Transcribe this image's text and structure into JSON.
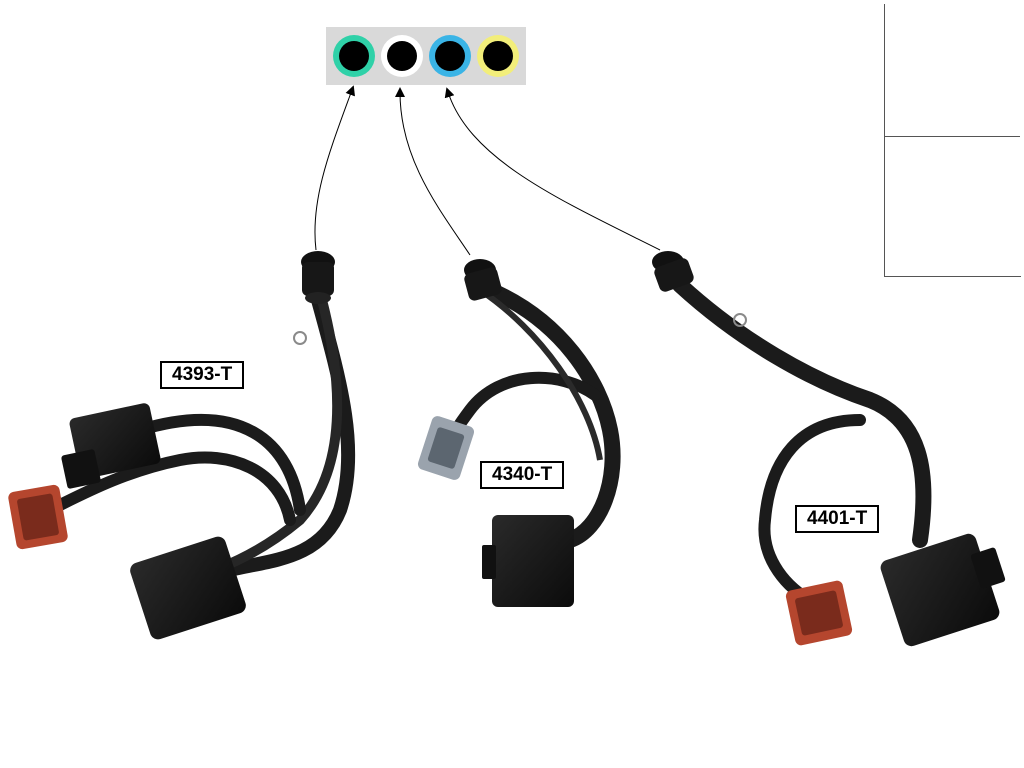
{
  "labels": {
    "harness_a": "4393-T",
    "harness_b": "4340-T",
    "harness_c": "4401-T"
  },
  "legend_ports": [
    {
      "ring_color": "#2fd1a8"
    },
    {
      "ring_color": "#ffffff"
    },
    {
      "ring_color": "#3ab4e6"
    },
    {
      "ring_color": "#f2ee7a"
    }
  ],
  "colors": {
    "legend_bg": "#d9d9d9",
    "cable": "#1b1b1b",
    "connector_red": "#b5462e",
    "connector_grey": "#9aa3ad",
    "box": "#151515"
  }
}
